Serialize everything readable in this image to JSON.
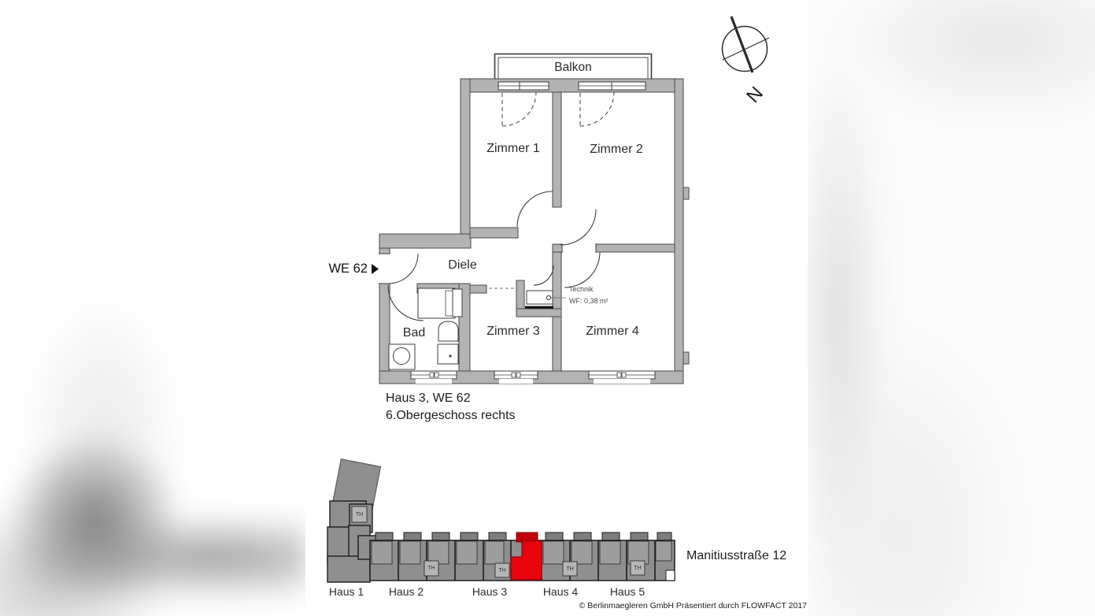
{
  "floor_plan": {
    "balcony_label": "Balkon",
    "room_labels": {
      "zimmer1": "Zimmer 1",
      "zimmer2": "Zimmer 2",
      "zimmer3": "Zimmer 3",
      "zimmer4": "Zimmer 4",
      "diele": "Diele",
      "bad": "Bad"
    },
    "technik_label": "Technik",
    "technik_area": "WF: 0,38 m²",
    "unit_marker": "WE 62",
    "caption_line1": "Haus 3, WE 62",
    "caption_line2": "6.Obergeschoss rechts",
    "compass_north": "N"
  },
  "site_plan": {
    "house_labels": [
      "Haus 1",
      "Haus 2",
      "Haus 3",
      "Haus 4",
      "Haus 5"
    ],
    "street_label": "Manitiusstraße 12",
    "stairwell_label": "TH",
    "highlight_color": "#e8040c"
  },
  "footer": {
    "copyright": "© Berlinmaegleren GmbH Präsentiert durch FLOWFACT 2017"
  },
  "colors": {
    "wall_fill": "#b3b3b3",
    "plan_line": "#3c3c3c",
    "building_fill": "#8f8f8f",
    "building_outline": "#1c1c1c",
    "stairwell_fill": "#b6b6b6",
    "bump_fill": "#7d7d7d",
    "highlight_bump": "#c10007"
  }
}
